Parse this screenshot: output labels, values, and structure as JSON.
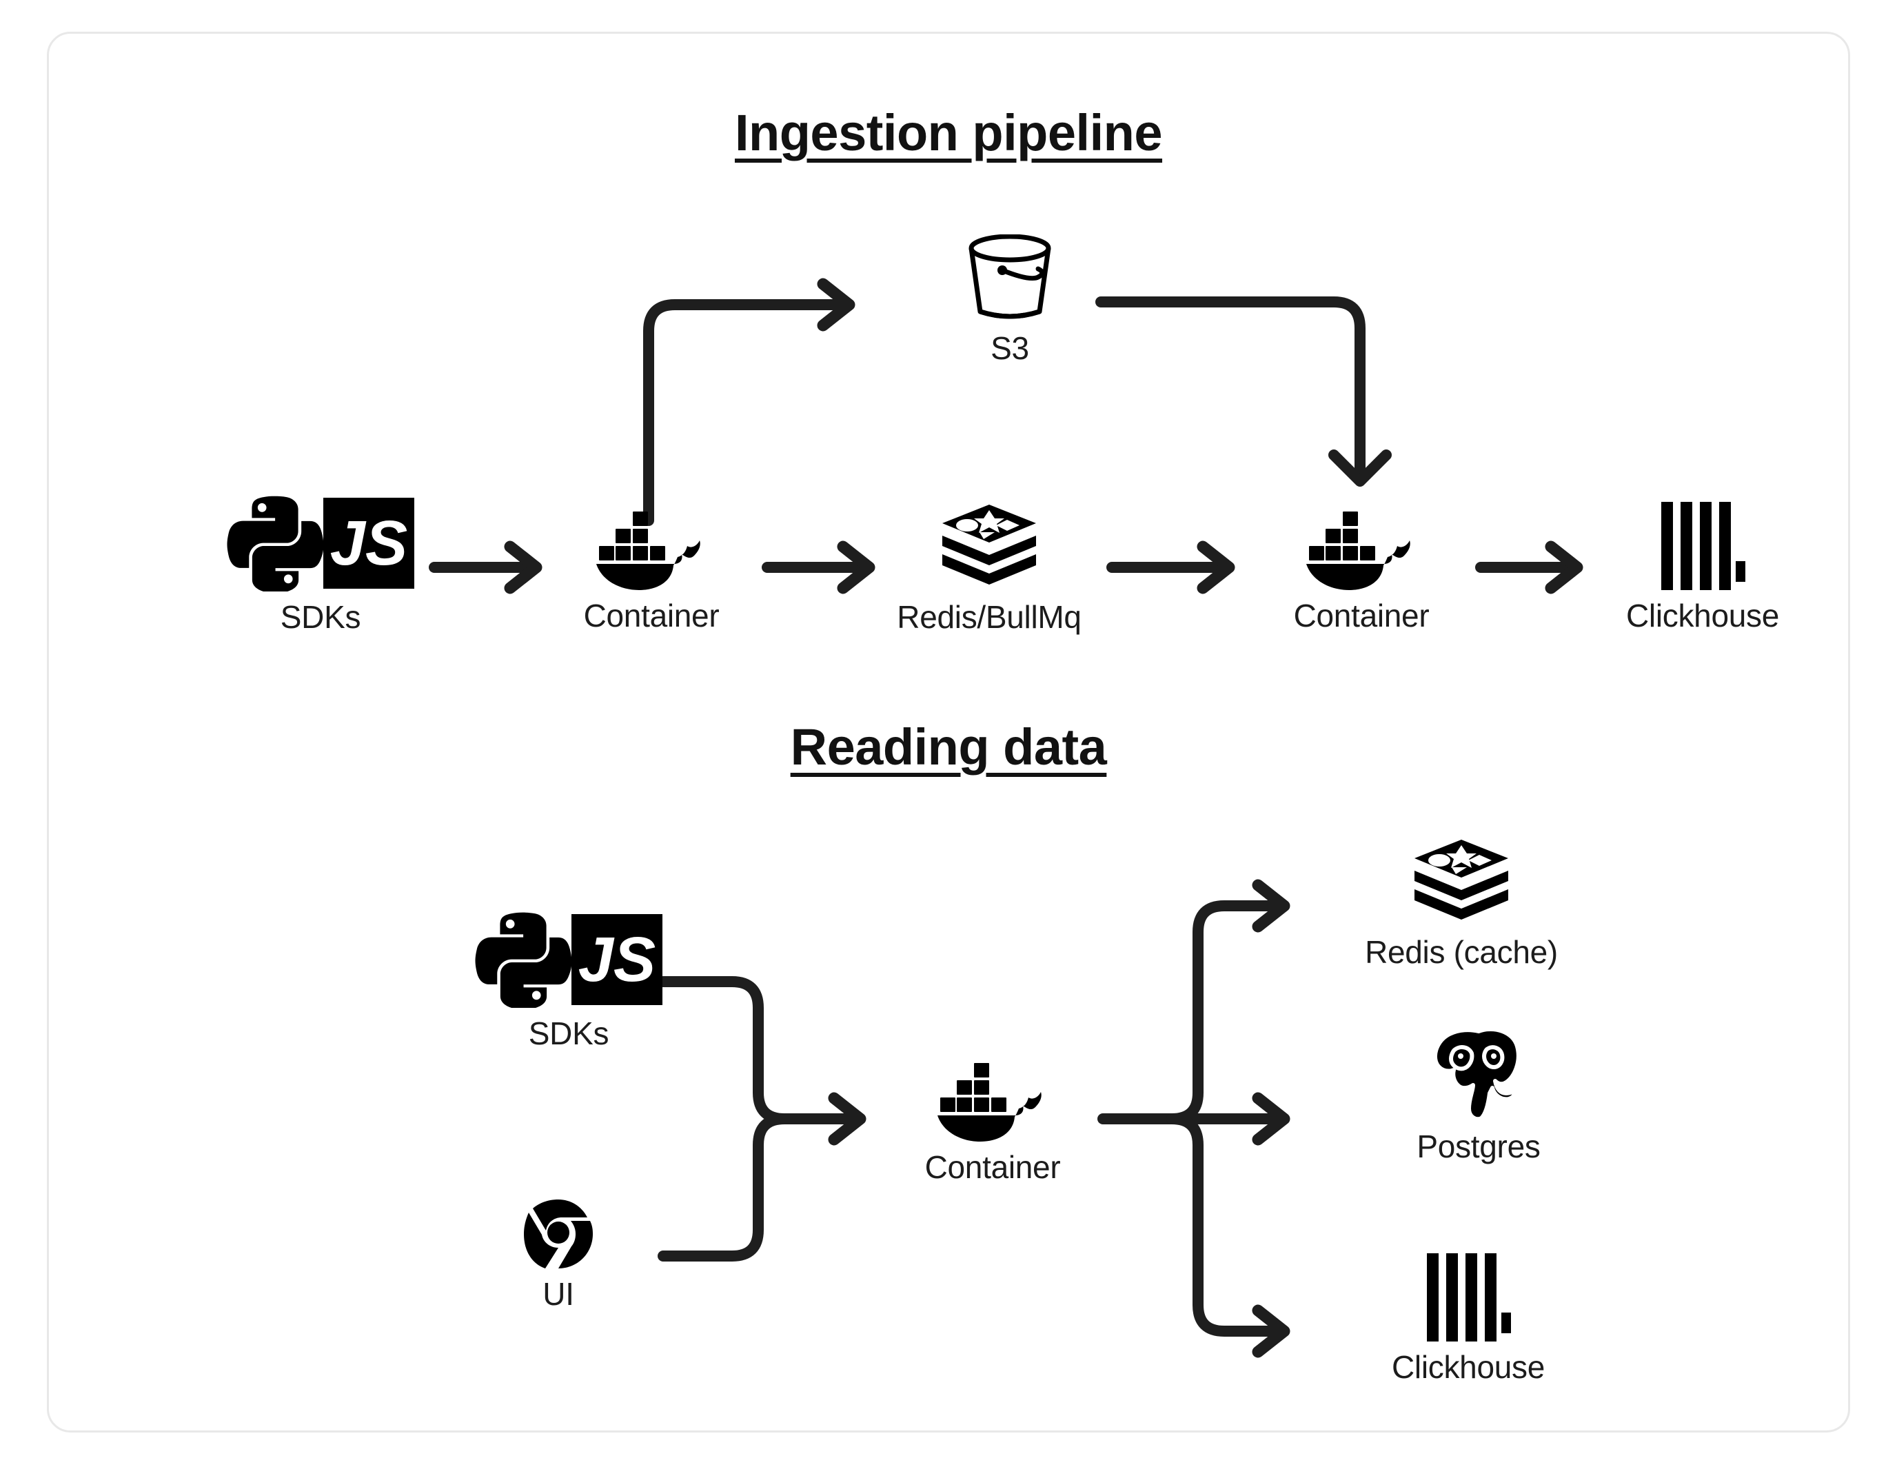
{
  "card": {
    "border_color": "#e8e8e8",
    "background": "#ffffff"
  },
  "theme": {
    "ink": "#1e1e1e",
    "text": "#1c1c1c",
    "title": "#121212"
  },
  "sections": [
    {
      "id": "ingestion",
      "title": "Ingestion pipeline",
      "nodes": [
        {
          "id": "sdks-top",
          "label": "SDKs",
          "icon": "python-js-sdk-icon"
        },
        {
          "id": "container-1",
          "label": "Container",
          "icon": "docker-whale-icon"
        },
        {
          "id": "redis-bullmq",
          "label": "Redis/BullMq",
          "icon": "redis-icon"
        },
        {
          "id": "container-2",
          "label": "Container",
          "icon": "docker-whale-icon"
        },
        {
          "id": "clickhouse-top",
          "label": "Clickhouse",
          "icon": "clickhouse-icon"
        },
        {
          "id": "s3",
          "label": "S3",
          "icon": "bucket-icon"
        }
      ],
      "edges": [
        {
          "from": "sdks-top",
          "to": "container-1",
          "shape": "straight"
        },
        {
          "from": "container-1",
          "to": "s3",
          "shape": "up-then-right"
        },
        {
          "from": "container-1",
          "to": "redis-bullmq",
          "shape": "straight"
        },
        {
          "from": "s3",
          "to": "container-2",
          "shape": "right-then-down"
        },
        {
          "from": "redis-bullmq",
          "to": "container-2",
          "shape": "straight"
        },
        {
          "from": "container-2",
          "to": "clickhouse-top",
          "shape": "straight"
        }
      ]
    },
    {
      "id": "reading",
      "title": "Reading data",
      "nodes": [
        {
          "id": "sdks-bottom",
          "label": "SDKs",
          "icon": "python-js-sdk-icon"
        },
        {
          "id": "ui",
          "label": "UI",
          "icon": "chrome-icon"
        },
        {
          "id": "container-3",
          "label": "Container",
          "icon": "docker-whale-icon"
        },
        {
          "id": "redis-cache",
          "label": "Redis (cache)",
          "icon": "redis-icon"
        },
        {
          "id": "postgres",
          "label": "Postgres",
          "icon": "postgres-elephant-icon"
        },
        {
          "id": "clickhouse-bottom",
          "label": "Clickhouse",
          "icon": "clickhouse-icon"
        }
      ],
      "edges": [
        {
          "from": "sdks-bottom",
          "to": "container-3",
          "shape": "merge-from-top"
        },
        {
          "from": "ui",
          "to": "container-3",
          "shape": "merge-from-bottom"
        },
        {
          "from": "container-3",
          "to": "redis-cache",
          "shape": "fan-up"
        },
        {
          "from": "container-3",
          "to": "postgres",
          "shape": "fan-straight"
        },
        {
          "from": "container-3",
          "to": "clickhouse-bottom",
          "shape": "fan-down"
        }
      ]
    }
  ]
}
